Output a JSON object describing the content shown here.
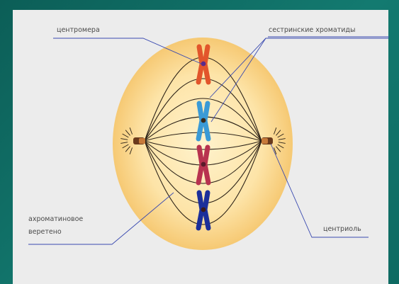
{
  "labels": {
    "centromere": "центромера",
    "sister_chromatids": "сестринские хроматиды",
    "spindle_line1": "ахроматиновое",
    "spindle_line2": "веретено",
    "centriole": "центриоль"
  },
  "chromosomes": [
    {
      "name": "chromosome-red",
      "color": "#e2552b",
      "centromere_color": "#5a2a8a"
    },
    {
      "name": "chromosome-light-blue",
      "color": "#3a9ad6",
      "centromere_color": "#3a2a1a"
    },
    {
      "name": "chromosome-crimson",
      "color": "#b8324f",
      "centromere_color": "#5a1a2a"
    },
    {
      "name": "chromosome-navy",
      "color": "#1c2f9a",
      "centromere_color": "#3a1a1a"
    }
  ],
  "colors": {
    "frame": "#0f6c63",
    "panel": "#ececec",
    "cell_center": "#fde9b6",
    "cell_edge": "#f5c46b",
    "spindle": "#2a2016",
    "leader": "#3a4ab0",
    "centriole": "#6a3a1c"
  }
}
